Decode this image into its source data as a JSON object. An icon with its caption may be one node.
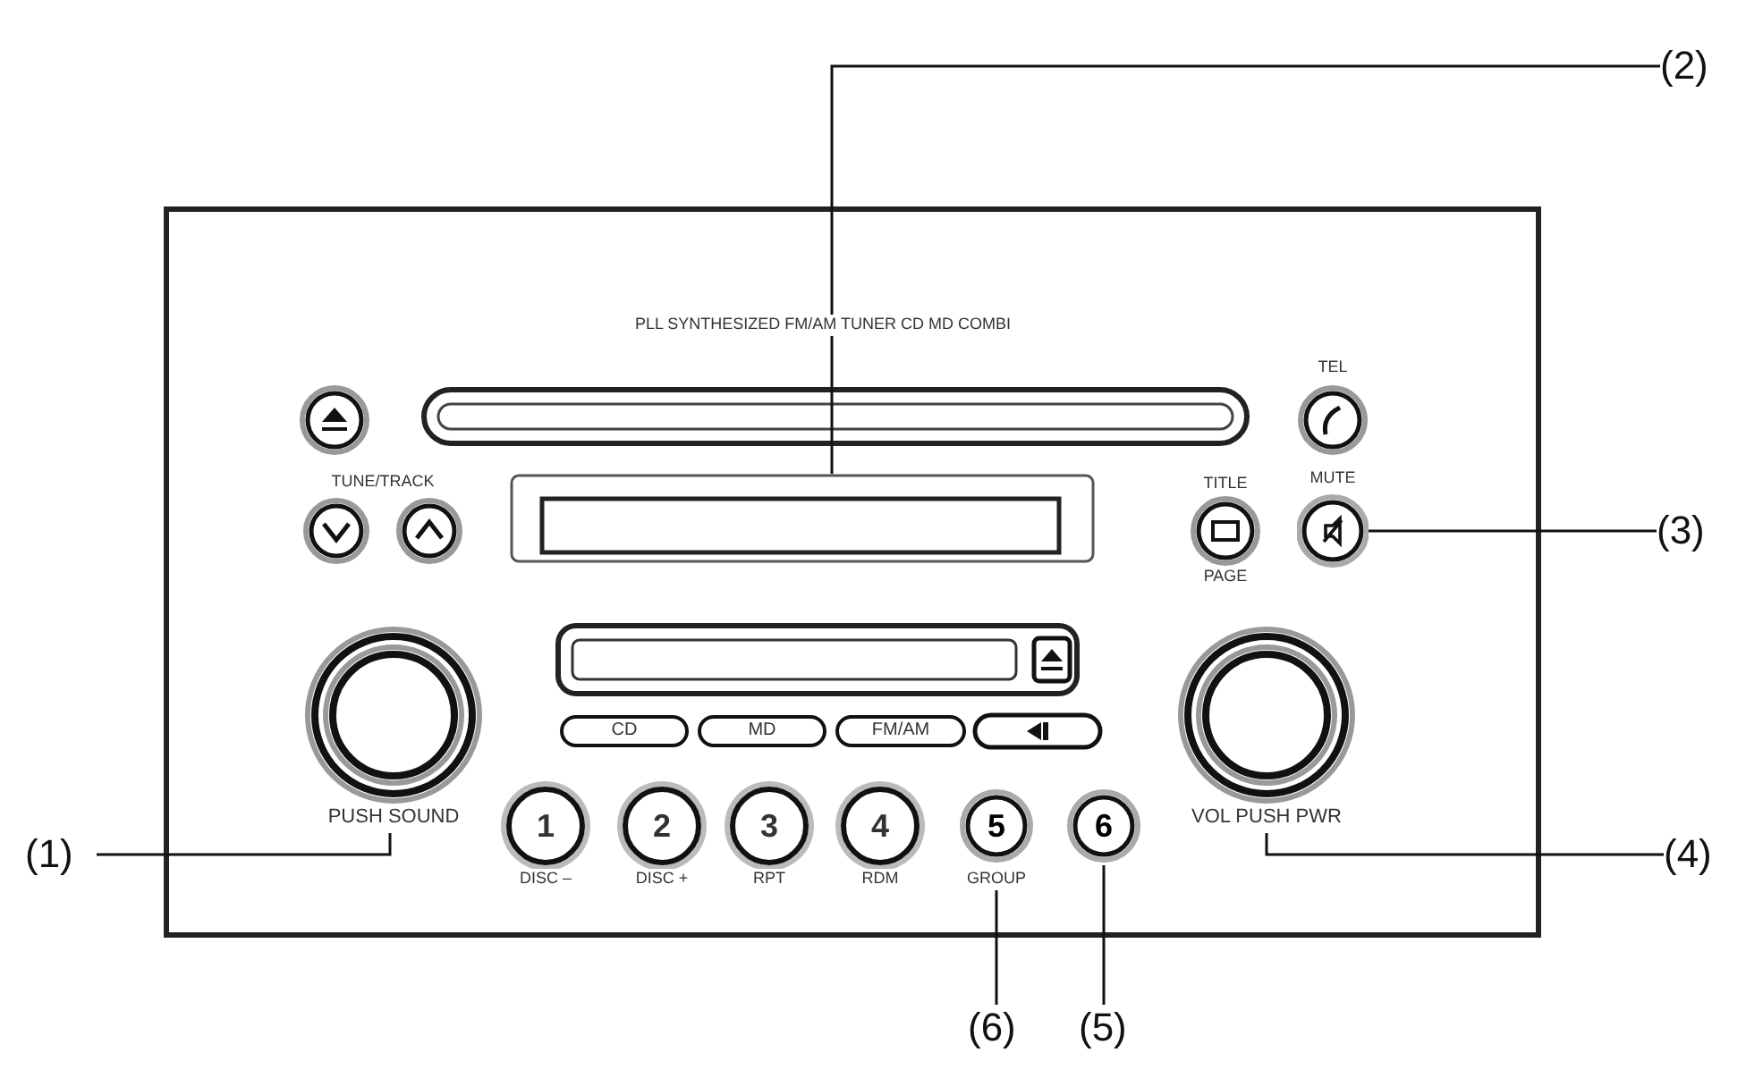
{
  "diagram": {
    "nodes": [
      {
        "text": [
          "(2)"
        ]
      },
      {
        "text": [],
        "shape": "box"
      },
      {
        "text": [
          "(3)"
        ]
      },
      {
        "text": [],
        "shape": "circle",
        "beside": [
          "MUTE"
        ]
      },
      {
        "text": [],
        "shape": "circle",
        "beside": [
          "PUSH SOUND"
        ]
      },
      {
        "text": [],
        "shape": "circle",
        "beside": [
          "VOL PUSH PWR"
        ]
      },
      {
        "text": [
          "(1)"
        ]
      },
      {
        "text": [
          "(4)"
        ]
      },
      {
        "text": [
          "5"
        ],
        "beside": [
          "GROUP"
        ]
      },
      {
        "text": [
          "6"
        ]
      },
      {
        "text": [
          "(6)"
        ]
      },
      {
        "text": [
          "(5)"
        ]
      }
    ],
    "edges": [
      {
        "from": 6,
        "to": 4,
        "arrow": "none"
      },
      {
        "from": 0,
        "to": 1,
        "arrow": "none"
      },
      {
        "from": 2,
        "to": 3,
        "arrow": "none"
      },
      {
        "from": 7,
        "to": 5,
        "arrow": "none"
      },
      {
        "from": 10,
        "to": 8,
        "arrow": "none"
      },
      {
        "from": 11,
        "to": 9,
        "arrow": "none"
      }
    ],
    "labels": [
      "PLL SYNTHESIZED FM/AM TUNER CD MD COMBI",
      "TEL",
      "TUNE/TRACK",
      "TITLE",
      "PAGE",
      "CD",
      "MD",
      "FM/AM",
      "1",
      "DISC –",
      "2",
      "DISC +",
      "3",
      "RPT",
      "4",
      "RDM"
    ]
  }
}
